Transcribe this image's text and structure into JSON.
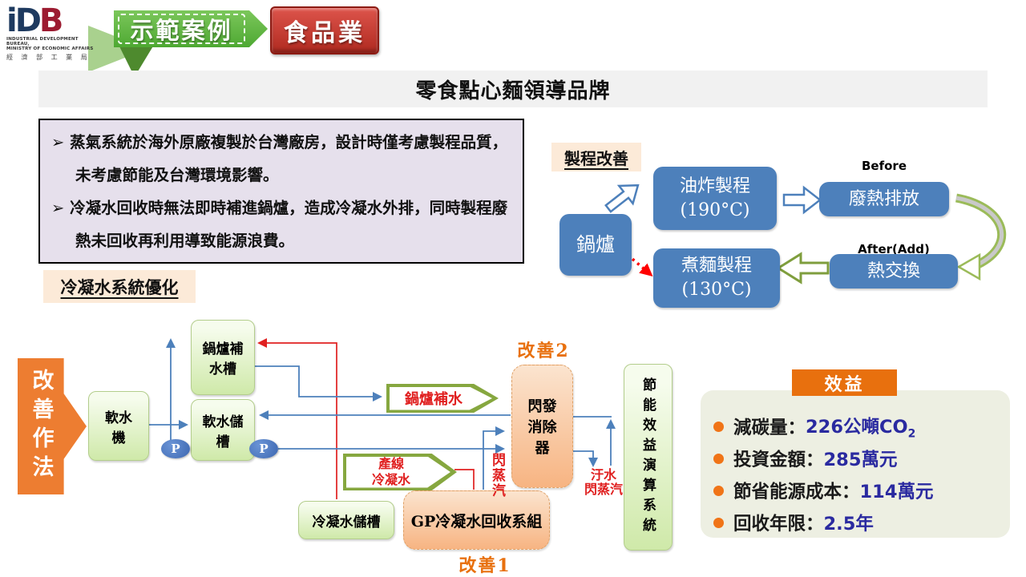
{
  "colors": {
    "blue_box": "#4d80bb",
    "green_arrow_border": "#7f9e3d",
    "curved_arrow_green": "#9bbb59",
    "orange_accent": "#ed7d31",
    "orange_dark": "#e8700e",
    "value_blue": "#2a2aa0",
    "line_red": "#e02020",
    "panel_bg": "#edefe2",
    "problem_bg": "#e6e0ec",
    "label_bg": "#fcead8"
  },
  "header": {
    "logo_i": "i",
    "logo_d": "D",
    "logo_b": "B",
    "logo_sub1": "INDUSTRIAL DEVELOPMENT BUREAU,",
    "logo_sub2": "MINISTRY OF ECONOMIC AFFAIRS",
    "logo_sub3": "經 濟 部 工 業 局",
    "green_banner": "示範案例",
    "red_banner": "食品業"
  },
  "title": "零食點心麵領導品牌",
  "problem": {
    "bullet_char": "➢",
    "items": [
      "蒸氣系統於海外原廠複製於台灣廠房，設計時僅考慮製程品質，未考慮節能及台灣環境影響。",
      "冷凝水回收時無法即時補進鍋爐，造成冷凝水外排，同時製程廢熱未回收再利用導致能源浪費。"
    ]
  },
  "process": {
    "label": "製程改善",
    "boiler": "鍋爐",
    "frying_line1": "油炸製程",
    "frying_line2": "(190°C)",
    "before": "Before",
    "waste_heat": "廢熱排放",
    "after": "After(Add)",
    "heat_exchange": "熱交換",
    "noodle_line1": "煮麵製程",
    "noodle_line2": "(130°C)"
  },
  "condensate": {
    "label": "冷凝水系統優化",
    "action": "改善作法",
    "softener": "軟水機",
    "makeup_tank": "鍋爐補水槽",
    "soft_tank": "軟水儲槽",
    "pump": "P",
    "cond_tank": "冷凝水儲槽",
    "gp_unit": "GP冷凝水回收系組",
    "improve1": "改善1",
    "improve2": "改善2",
    "flash_eliminator": "閃發消除器",
    "energy_system": "節能效益演算系統",
    "makeup_flow": "鍋爐補水",
    "line_cond_flow": "產線\n冷凝水",
    "flash_steam": "閃蒸汽",
    "sewage_flash": "汙水\n閃蒸汽"
  },
  "benefits": {
    "header": "效益",
    "items": [
      {
        "label": "減碳量：",
        "value": "226公噸CO",
        "sub": "2"
      },
      {
        "label": "投資金額：",
        "value": "285萬元",
        "sub": ""
      },
      {
        "label": "節省能源成本：",
        "value": "114萬元",
        "sub": ""
      },
      {
        "label": "回收年限：",
        "value": "2.5年",
        "sub": ""
      }
    ]
  }
}
